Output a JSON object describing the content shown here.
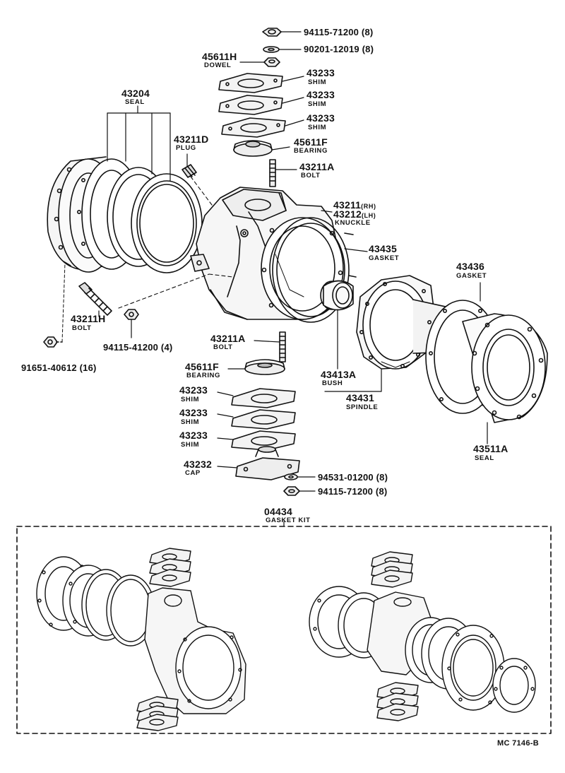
{
  "parts": [
    {
      "id": "p_94115_71200_top",
      "number": "94115-71200 (8)",
      "name": ""
    },
    {
      "id": "p_90201_12019",
      "number": "90201-12019 (8)",
      "name": ""
    },
    {
      "id": "p_45611H",
      "number": "45611H",
      "name": "DOWEL"
    },
    {
      "id": "p_43233_a",
      "number": "43233",
      "name": "SHIM"
    },
    {
      "id": "p_43233_b",
      "number": "43233",
      "name": "SHIM"
    },
    {
      "id": "p_43233_c",
      "number": "43233",
      "name": "SHIM"
    },
    {
      "id": "p_45611F_top",
      "number": "45611F",
      "name": "BEARING"
    },
    {
      "id": "p_43211A_top",
      "number": "43211A",
      "name": "BOLT"
    },
    {
      "id": "p_43204",
      "number": "43204",
      "name": "SEAL"
    },
    {
      "id": "p_43211D",
      "number": "43211D",
      "name": "PLUG"
    },
    {
      "id": "p_43211_rh",
      "number": "43211",
      "suffix": "(RH)",
      "name": ""
    },
    {
      "id": "p_43212_lh",
      "number": "43212",
      "suffix": "(LH)",
      "name": "KNUCKLE"
    },
    {
      "id": "p_43435",
      "number": "43435",
      "name": "GASKET"
    },
    {
      "id": "p_43436",
      "number": "43436",
      "name": "GASKET"
    },
    {
      "id": "p_43211H",
      "number": "43211H",
      "name": "BOLT"
    },
    {
      "id": "p_94115_41200",
      "number": "94115-41200 (4)",
      "name": ""
    },
    {
      "id": "p_91651_40612",
      "number": "91651-40612 (16)",
      "name": ""
    },
    {
      "id": "p_43211A_bot",
      "number": "43211A",
      "name": "BOLT"
    },
    {
      "id": "p_45611F_bot",
      "number": "45611F",
      "name": "BEARING"
    },
    {
      "id": "p_43413A",
      "number": "43413A",
      "name": "BUSH"
    },
    {
      "id": "p_43431",
      "number": "43431",
      "name": "SPINDLE"
    },
    {
      "id": "p_43233_d",
      "number": "43233",
      "name": "SHIM"
    },
    {
      "id": "p_43233_e",
      "number": "43233",
      "name": "SHIM"
    },
    {
      "id": "p_43233_f",
      "number": "43233",
      "name": "SHIM"
    },
    {
      "id": "p_43232",
      "number": "43232",
      "name": "CAP"
    },
    {
      "id": "p_94531_01200",
      "number": "94531-01200 (8)",
      "name": ""
    },
    {
      "id": "p_94115_71200_bot",
      "number": "94115-71200 (8)",
      "name": ""
    },
    {
      "id": "p_43511A",
      "number": "43511A",
      "name": "SEAL"
    }
  ],
  "kit": {
    "number": "04434",
    "name": "GASKET KIT"
  },
  "drawing_code": "MC 7146-B",
  "colors": {
    "ink": "#111111",
    "paper": "#ffffff",
    "fill": "#f3f3f3"
  }
}
